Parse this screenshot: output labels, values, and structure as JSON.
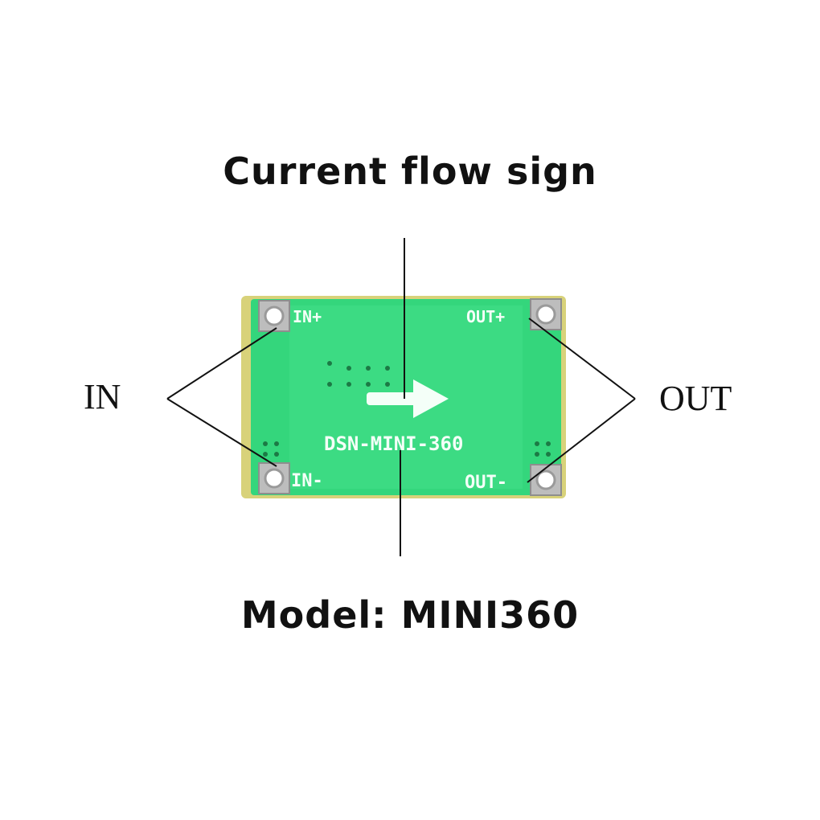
{
  "diagram": {
    "top_label": "Current flow sign",
    "bottom_label": "Model: MINI360",
    "left_label": "IN",
    "right_label": "OUT",
    "board": {
      "silkscreen_model": "DSN-MINI-360",
      "pin_in_plus": "IN+",
      "pin_in_minus": "IN-",
      "pin_out_plus": "OUT+",
      "pin_out_minus": "OUT-",
      "board_color": "#2fd67a",
      "board_edge_color": "#c9c46a",
      "pad_color": "#cfcfcf"
    }
  }
}
